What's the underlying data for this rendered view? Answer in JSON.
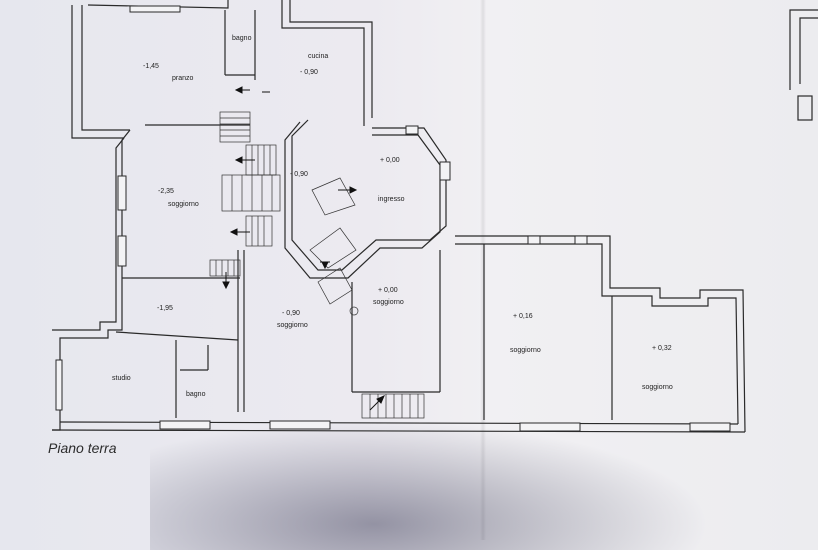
{
  "caption": "Piano terra",
  "labels": {
    "pranzo_level": "-1,45",
    "pranzo": "pranzo",
    "bagno_top": "bagno",
    "cucina": "cucina",
    "cucina_level": "- 0,90",
    "soggiorno_left_level": "-2,35",
    "soggiorno_left": "soggiorno",
    "stair_level": "- 0,90",
    "ingresso_level": "+ 0,00",
    "ingresso": "ingresso",
    "room_left_low_level": "-1,95",
    "soggiorno_mid_level": "- 0,90",
    "soggiorno_mid": "soggiorno",
    "soggiorno_center_level": "+ 0,00",
    "soggiorno_center": "soggiorno",
    "soggiorno_right1_level": "+ 0,16",
    "soggiorno_right1": "soggiorno",
    "soggiorno_right2_level": "+ 0,32",
    "soggiorno_right2": "soggiorno",
    "studio": "studio",
    "bagno_bottom": "bagno"
  }
}
